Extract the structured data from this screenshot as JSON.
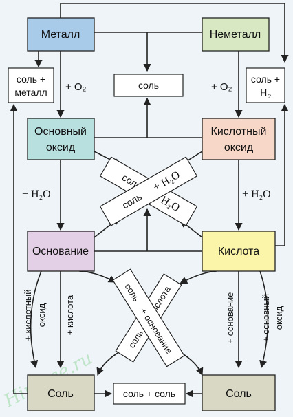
{
  "colors": {
    "background": "#eef4f7",
    "metal_fill": "#a9cbea",
    "nonmetal_fill": "#d8e8c2",
    "basic_oxide_fill": "#b7e0df",
    "acidic_oxide_fill": "#f7d7c8",
    "base_fill": "#e3cfe6",
    "acid_fill": "#fbf5aa",
    "salt_fill": "#d9d8c4",
    "white_box": "#ffffff",
    "line": "#222222",
    "watermark": "#bfe5c8"
  },
  "nodes": {
    "metal": "Металл",
    "nonmetal": "Неметалл",
    "salt_metal_1": "соль +",
    "salt_metal_2": "металл",
    "salt_top": "соль",
    "salt_h2_1": "соль +",
    "salt_h2_2": "H₂",
    "basic_oxide_1": "Основный",
    "basic_oxide_2": "оксид",
    "acidic_oxide_1": "Кислотный",
    "acidic_oxide_2": "оксид",
    "base": "Основание",
    "acid": "Кислота",
    "salt_left": "Соль",
    "salt_right": "Соль",
    "salt_salt": "соль + соль"
  },
  "labels": {
    "o2_left": "+ O₂",
    "o2_right": "+ O₂",
    "h2o_left": "+ H₂O",
    "h2o_right": "+ H₂O",
    "cross1_a1": "соль",
    "cross1_a2": "+ H₂O",
    "cross1_b1": "соль",
    "cross1_b2": "+ H₂O",
    "plus_acidic_oxide_1": "+ кислотный",
    "plus_acidic_oxide_2": "оксид",
    "plus_acid": "+ кислота",
    "plus_base": "+ основание",
    "plus_basic_oxide_1": "+ основный",
    "plus_basic_oxide_2": "оксид",
    "cross2_a1": "соль",
    "cross2_a2": "+ основание",
    "cross2_b1": "соль",
    "cross2_b2": "+ кислота"
  },
  "watermark": "Himege.ru"
}
